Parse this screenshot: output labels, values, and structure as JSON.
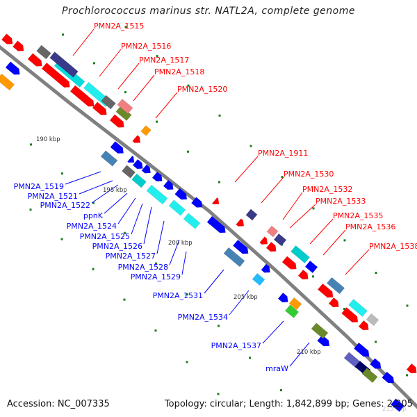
{
  "title": "Prochlorococcus marinus str. NATL2A, complete genome",
  "footer": {
    "accession": "Accession: NC_007335",
    "summary": "Topology: circular; Length: 1,842,899 bp; Genes: 2,205"
  },
  "colors": {
    "forward_label": "#ff0000",
    "reverse_label": "#0000ff",
    "backbone": "#808080",
    "tick": "#1a7f1a"
  },
  "scale_labels": [
    "190 kbp",
    "195 kbp",
    "200 kbp",
    "205 kbp",
    "210 kbp",
    "215 kbp"
  ],
  "forward_genes": [
    "PMN2A_1515",
    "PMN2A_1516",
    "PMN2A_1517",
    "PMN2A_1518",
    "PMN2A_1520",
    "PMN2A_1911",
    "PMN2A_1530",
    "PMN2A_1532",
    "PMN2A_1533",
    "PMN2A_1535",
    "PMN2A_1536",
    "PMN2A_1538"
  ],
  "reverse_genes": [
    "PMN2A_1519",
    "PMN2A_1521",
    "PMN2A_1522",
    "ppnK",
    "PMN2A_1524",
    "PMN2A_1525",
    "PMN2A_1526",
    "PMN2A_1527",
    "PMN2A_1528",
    "PMN2A_1529",
    "PMN2A_1531",
    "PMN2A_1534",
    "PMN2A_1537",
    "mraW"
  ]
}
